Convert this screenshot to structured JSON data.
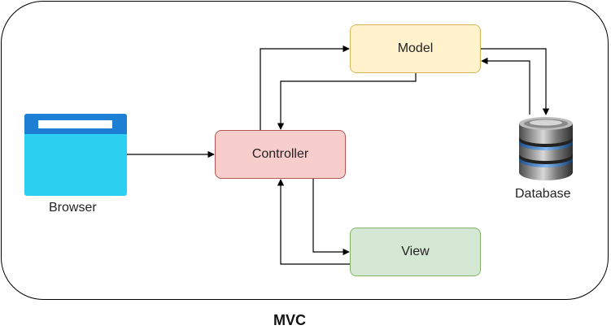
{
  "diagram": {
    "title": "MVC",
    "nodes": {
      "model": {
        "label": "Model",
        "fill": "#fff2cc",
        "stroke": "#d6b656"
      },
      "controller": {
        "label": "Controller",
        "fill": "#f8cecc",
        "stroke": "#b85450"
      },
      "view": {
        "label": "View",
        "fill": "#d5e8d4",
        "stroke": "#82b366"
      },
      "browser": {
        "label": "Browser",
        "icon": "browser-window-icon",
        "color": "#2ed0f2",
        "bar_color": "#1d7fd3"
      },
      "database": {
        "label": "Database",
        "icon": "database-cylinder-icon"
      }
    },
    "edges": [
      {
        "from": "browser",
        "to": "controller"
      },
      {
        "from": "controller",
        "to": "model"
      },
      {
        "from": "model",
        "to": "controller"
      },
      {
        "from": "controller",
        "to": "view"
      },
      {
        "from": "view",
        "to": "controller"
      },
      {
        "from": "model",
        "to": "database"
      },
      {
        "from": "database",
        "to": "model"
      }
    ]
  }
}
